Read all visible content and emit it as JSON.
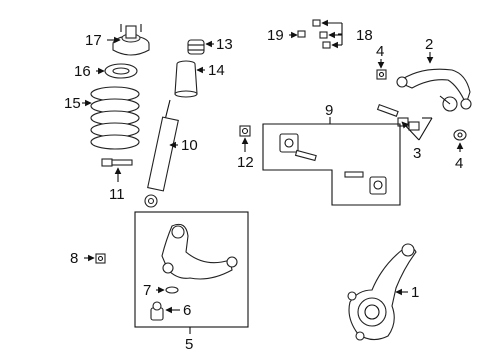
{
  "callouts": {
    "c1": "1",
    "c2": "2",
    "c3": "3",
    "c4a": "4",
    "c4b": "4",
    "c5": "5",
    "c6": "6",
    "c7": "7",
    "c8": "8",
    "c9": "9",
    "c10": "10",
    "c11": "11",
    "c12": "12",
    "c13": "13",
    "c14": "14",
    "c15": "15",
    "c16": "16",
    "c17": "17",
    "c18": "18",
    "c19": "19"
  }
}
